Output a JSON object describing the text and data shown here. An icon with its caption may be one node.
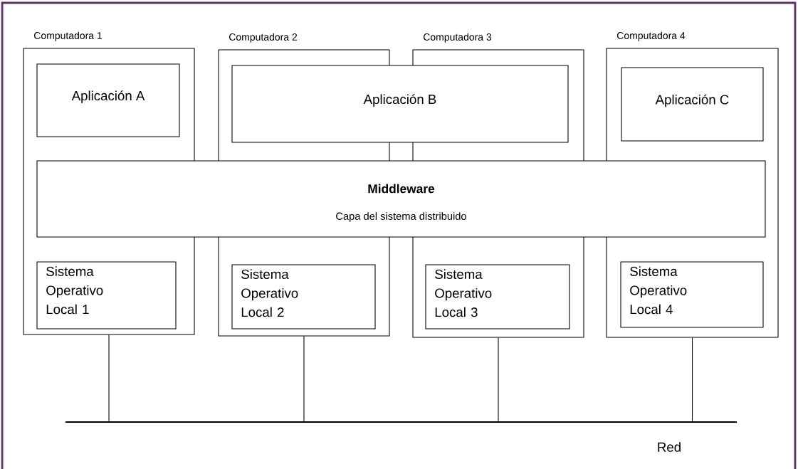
{
  "diagram": {
    "nodes": [
      {
        "text": [
          "Computadora 1"
        ]
      },
      {
        "text": [
          "Computadora 2"
        ]
      },
      {
        "text": [
          "Computadora 3"
        ]
      },
      {
        "text": [
          "Computadora 4"
        ]
      },
      {
        "text": [
          "Aplicación A"
        ],
        "in": 0
      },
      {
        "text": [
          "Aplicación B"
        ]
      },
      {
        "text": [
          "Aplicación C"
        ],
        "in": 3
      },
      {
        "text": [
          "Middleware",
          "Capa del sistema distribuido"
        ]
      },
      {
        "text": [
          "Sistema Operativo Local 1"
        ],
        "in": 0
      },
      {
        "text": [
          "Sistema Operativo Local 2"
        ],
        "in": 1
      },
      {
        "text": [
          "Sistema Operativo Local 3"
        ],
        "in": 2
      },
      {
        "text": [
          "Sistema Operativo Local 4"
        ],
        "in": 3
      },
      {
        "text": [],
        "shape": "bar",
        "beside": [
          "Red"
        ]
      }
    ],
    "edges": [
      {
        "from": 0,
        "to": 12,
        "arrow": "none"
      },
      {
        "from": 1,
        "to": 12,
        "arrow": "none"
      },
      {
        "from": 2,
        "to": 12,
        "arrow": "none"
      },
      {
        "from": 3,
        "to": 12,
        "arrow": "none"
      }
    ]
  }
}
